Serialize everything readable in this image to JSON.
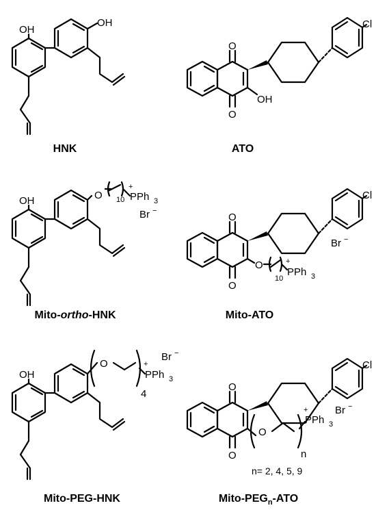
{
  "labels": {
    "hnk": {
      "name": "HNK",
      "oh1": "OH",
      "oh2": "OH"
    },
    "ato": {
      "name": "ATO",
      "o1": "O",
      "o2": "O",
      "oh": "OH",
      "cl": "Cl"
    },
    "mito_ortho_hnk": {
      "pre": "Mito-",
      "ital": "ortho",
      "post": "-HNK",
      "oh": "OH",
      "o": "O",
      "p": "PPh",
      "p_sub": "3",
      "plus": "+",
      "n": "10",
      "br": "Br",
      "br_sup": "−"
    },
    "mito_ato": {
      "name": "Mito-ATO",
      "o1": "O",
      "o2": "O",
      "o3": "O",
      "cl": "Cl",
      "p": "PPh",
      "p_sub": "3",
      "plus": "+",
      "n": "10",
      "br": "Br",
      "br_sup": "−"
    },
    "mito_peg_hnk": {
      "name": "Mito-PEG-HNK",
      "oh": "OH",
      "o": "O",
      "p": "PPh",
      "p_sub": "3",
      "plus": "+",
      "n": "4",
      "br": "Br",
      "br_sup": "−"
    },
    "mito_pegn_ato": {
      "pre": "Mito-PEG",
      "sub": "n",
      "post": "-ATO",
      "o1": "O",
      "o2": "O",
      "o3": "O",
      "cl": "Cl",
      "p": "PPh",
      "p_sub": "3",
      "plus": "+",
      "n": "n",
      "br": "Br",
      "br_sup": "−",
      "note": "n= 2, 4, 5, 9"
    }
  }
}
